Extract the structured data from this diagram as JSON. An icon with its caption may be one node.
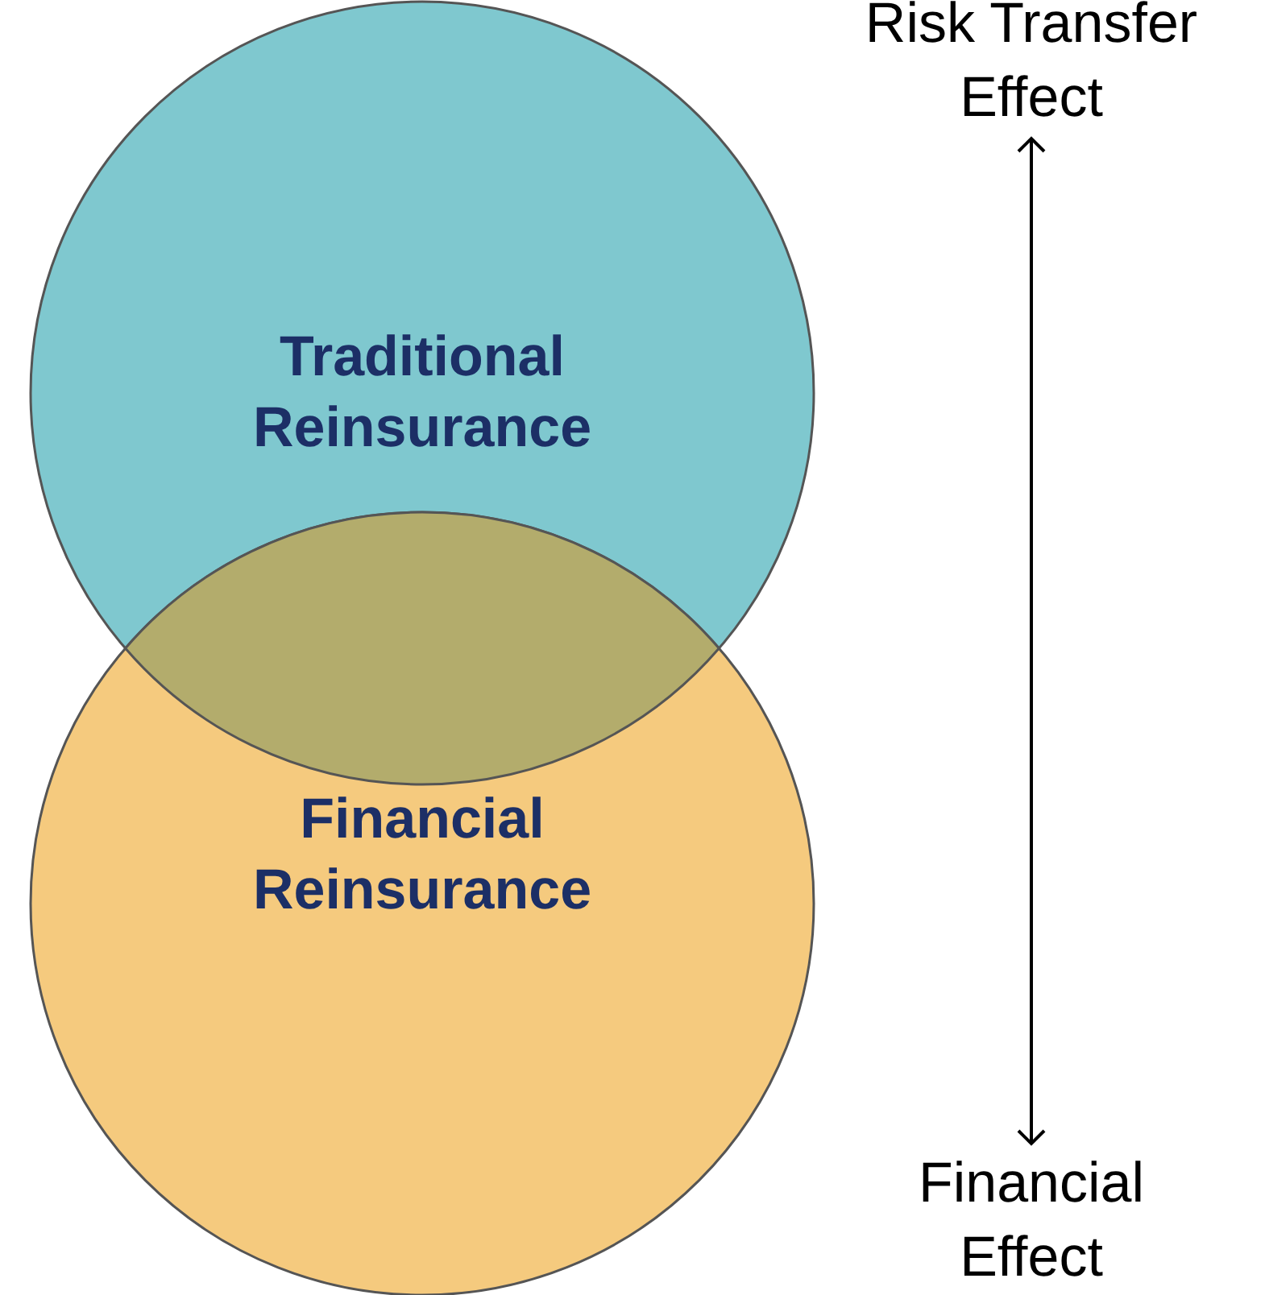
{
  "diagram": {
    "nodes": [
      {
        "text": [
          "Traditional Reinsurance"
        ]
      },
      {
        "text": [
          "Financial Reinsurance"
        ]
      },
      {
        "text": [
          "Risk Transfer Effect"
        ]
      },
      {
        "text": [
          "Financial Effect"
        ]
      }
    ],
    "edges": [
      {
        "from": 2,
        "to": 3,
        "arrow": "both"
      }
    ]
  }
}
